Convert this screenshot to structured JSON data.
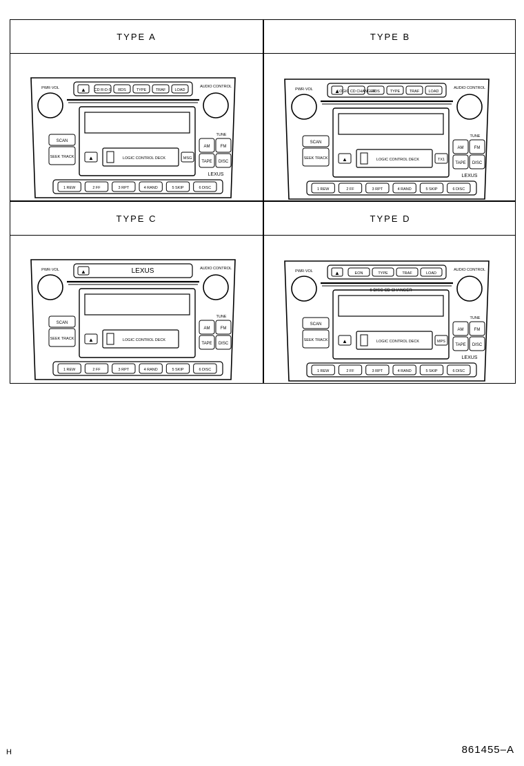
{
  "types": [
    {
      "key": "a",
      "title": "TYPE  A",
      "top_buttons": [
        "CD R-D-S",
        "RDS",
        "TYPE",
        "TRAF",
        "LOAD"
      ],
      "right_buttons": [
        "AM",
        "FM",
        "TAPE",
        "DISC"
      ],
      "deck_label": "LOGIC CONTROL DECK",
      "deck_button": "MSG",
      "preset_buttons": [
        "1 REW",
        "2 FF",
        "3 RPT",
        "4 RAND",
        "5 SKIP",
        "6 DISC"
      ],
      "brand": "LEXUS"
    },
    {
      "key": "b",
      "title": "TYPE  B",
      "top_buttons": [
        "LOGIC CD CHANGER",
        "RDS",
        "TYPE",
        "TRAF",
        "LOAD"
      ],
      "right_buttons": [
        "AM",
        "FM",
        "TAPE",
        "DISC"
      ],
      "deck_label": "LOGIC CONTROL DECK",
      "deck_button": "TX1",
      "preset_buttons": [
        "1 REW",
        "2 FF",
        "3 RPT",
        "4 RAND",
        "5 SKIP",
        "6 DISC"
      ],
      "brand": "LEXUS"
    },
    {
      "key": "c",
      "title": "TYPE  C",
      "top_buttons": [
        "LEXUS"
      ],
      "right_buttons": [
        "AM",
        "FM",
        "TAPE",
        "DISC"
      ],
      "deck_label": "LOGIC CONTROL DECK",
      "deck_button": "",
      "preset_buttons": [
        "1 REW",
        "2 FF",
        "3 RPT",
        "4 RAND",
        "5 SKIP",
        "6 DISC"
      ],
      "brand": ""
    },
    {
      "key": "d",
      "title": "TYPE  D",
      "top_buttons": [
        "EON",
        "TYPE",
        "TRAF",
        "LOAD"
      ],
      "right_buttons": [
        "AM",
        "FM",
        "TAPE",
        "DISC"
      ],
      "deck_label": "LOGIC CONTROL DECK",
      "deck_button": "MPS",
      "preset_buttons": [
        "1 REW",
        "2 FF",
        "3 RPT",
        "4 RAND",
        "5 SKIP",
        "6 DISC"
      ],
      "brand": "LEXUS",
      "changer_label": "6 DISC CD CHANGER"
    }
  ],
  "common": {
    "pwr_label": "PWR·VOL",
    "audio_label": "AUDIO CONTROL",
    "tune_label": "TUNE",
    "scan_label": "SCAN",
    "seek_label": "SEEK TRACK"
  },
  "footer": {
    "left": "H",
    "right": "861455–A"
  }
}
